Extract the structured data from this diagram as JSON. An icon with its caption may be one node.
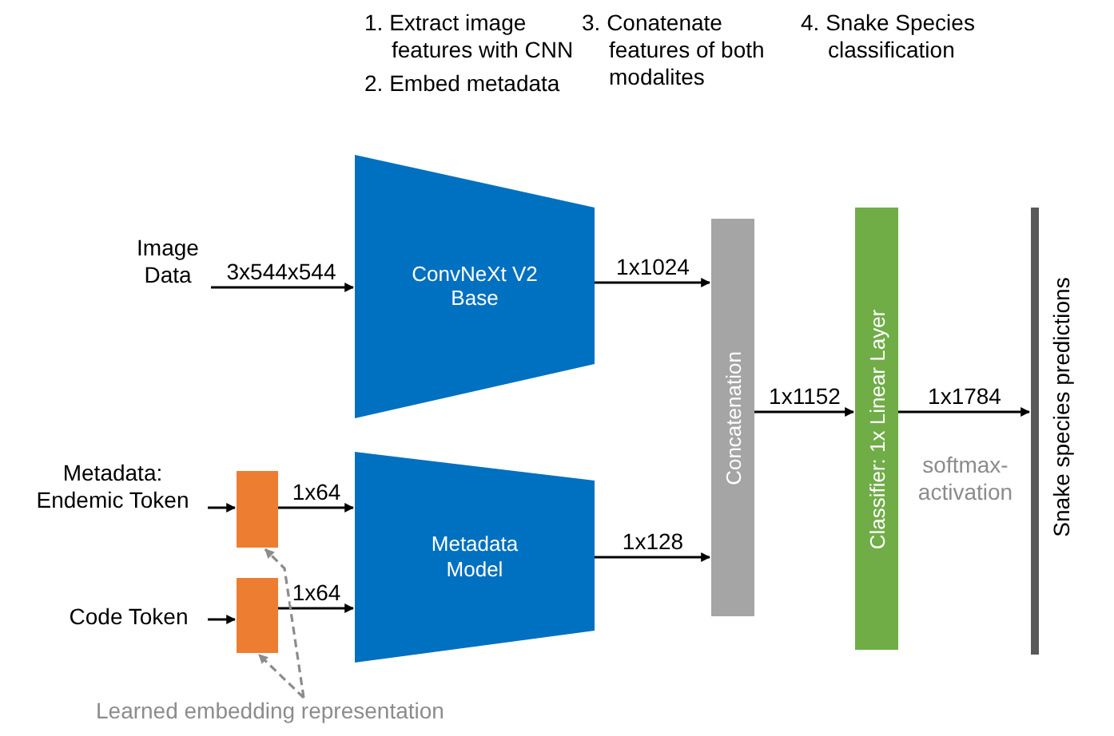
{
  "diagram": {
    "nodes": [
      {
        "text": [
          "Image Data"
        ]
      },
      {
        "text": [
          "ConvNeXt V2 Base"
        ]
      },
      {
        "text": [
          "Metadata: Endemic Token"
        ]
      },
      {
        "text": [],
        "shape": "box"
      },
      {
        "text": [
          "Code Token"
        ]
      },
      {
        "text": [],
        "shape": "box"
      },
      {
        "text": [
          "Metadata Model"
        ]
      },
      {
        "text": [
          "Concatenation"
        ]
      },
      {
        "text": [
          "Classifier: 1x Linear Layer"
        ]
      },
      {
        "text": [
          "Snake species predictions"
        ]
      },
      {
        "text": [
          "Learned embedding representation"
        ]
      }
    ],
    "edges": [
      {
        "from": 0,
        "to": 1,
        "arrow": "to",
        "label": "3x544x544"
      },
      {
        "from": 2,
        "to": 3,
        "arrow": "to"
      },
      {
        "from": 4,
        "to": 5,
        "arrow": "to"
      },
      {
        "from": 3,
        "to": 6,
        "arrow": "to",
        "label": "1x64"
      },
      {
        "from": 5,
        "to": 6,
        "arrow": "to",
        "label": "1x64"
      },
      {
        "from": 1,
        "to": 7,
        "arrow": "to",
        "label": "1x1024"
      },
      {
        "from": 6,
        "to": 7,
        "arrow": "to",
        "label": "1x128"
      },
      {
        "from": 7,
        "to": 8,
        "arrow": "to",
        "label": "1x1152"
      },
      {
        "from": 8,
        "to": 9,
        "arrow": "to",
        "label": "1x1784"
      },
      {
        "from": 10,
        "to": 3,
        "arrow": "to",
        "style": "dashed",
        "color": "#8c8c8c"
      },
      {
        "from": 10,
        "to": 5,
        "arrow": "to",
        "style": "dashed",
        "color": "#8c8c8c"
      }
    ],
    "labels": [
      "1. Extract image features with CNN",
      "2. Embed metadata",
      "3. Conatenate features of both modalites",
      "4. Snake Species classification",
      "softmax-activation"
    ]
  }
}
